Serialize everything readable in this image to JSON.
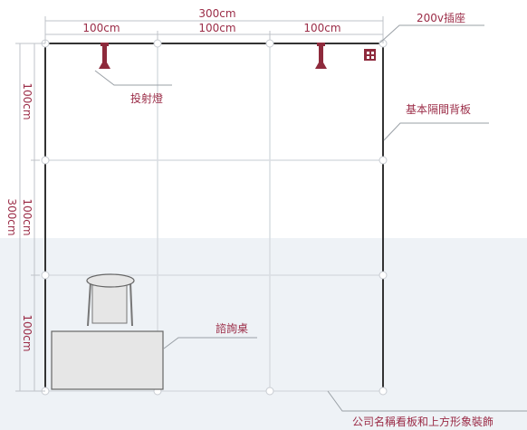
{
  "dimensions": {
    "total_width": "300cm",
    "col_1": "100cm",
    "col_2": "100cm",
    "col_3": "100cm",
    "total_height": "300cm",
    "row_1": "100cm",
    "row_2": "100cm",
    "row_3": "100cm"
  },
  "callouts": {
    "outlet": "200v插座",
    "spotlight": "投射燈",
    "back_panel": "基本隔間背板",
    "counter": "諮詢桌",
    "signage": "公司名稱看板和上方形象裝飾"
  },
  "colors": {
    "label": "#9b2c47",
    "wall": "#333333",
    "grid": "#d9dde2",
    "floor": "#eef2f6",
    "lamp": "#8e2a3c",
    "furniture_fill": "#e6e6e6",
    "furniture_stroke": "#666666"
  }
}
